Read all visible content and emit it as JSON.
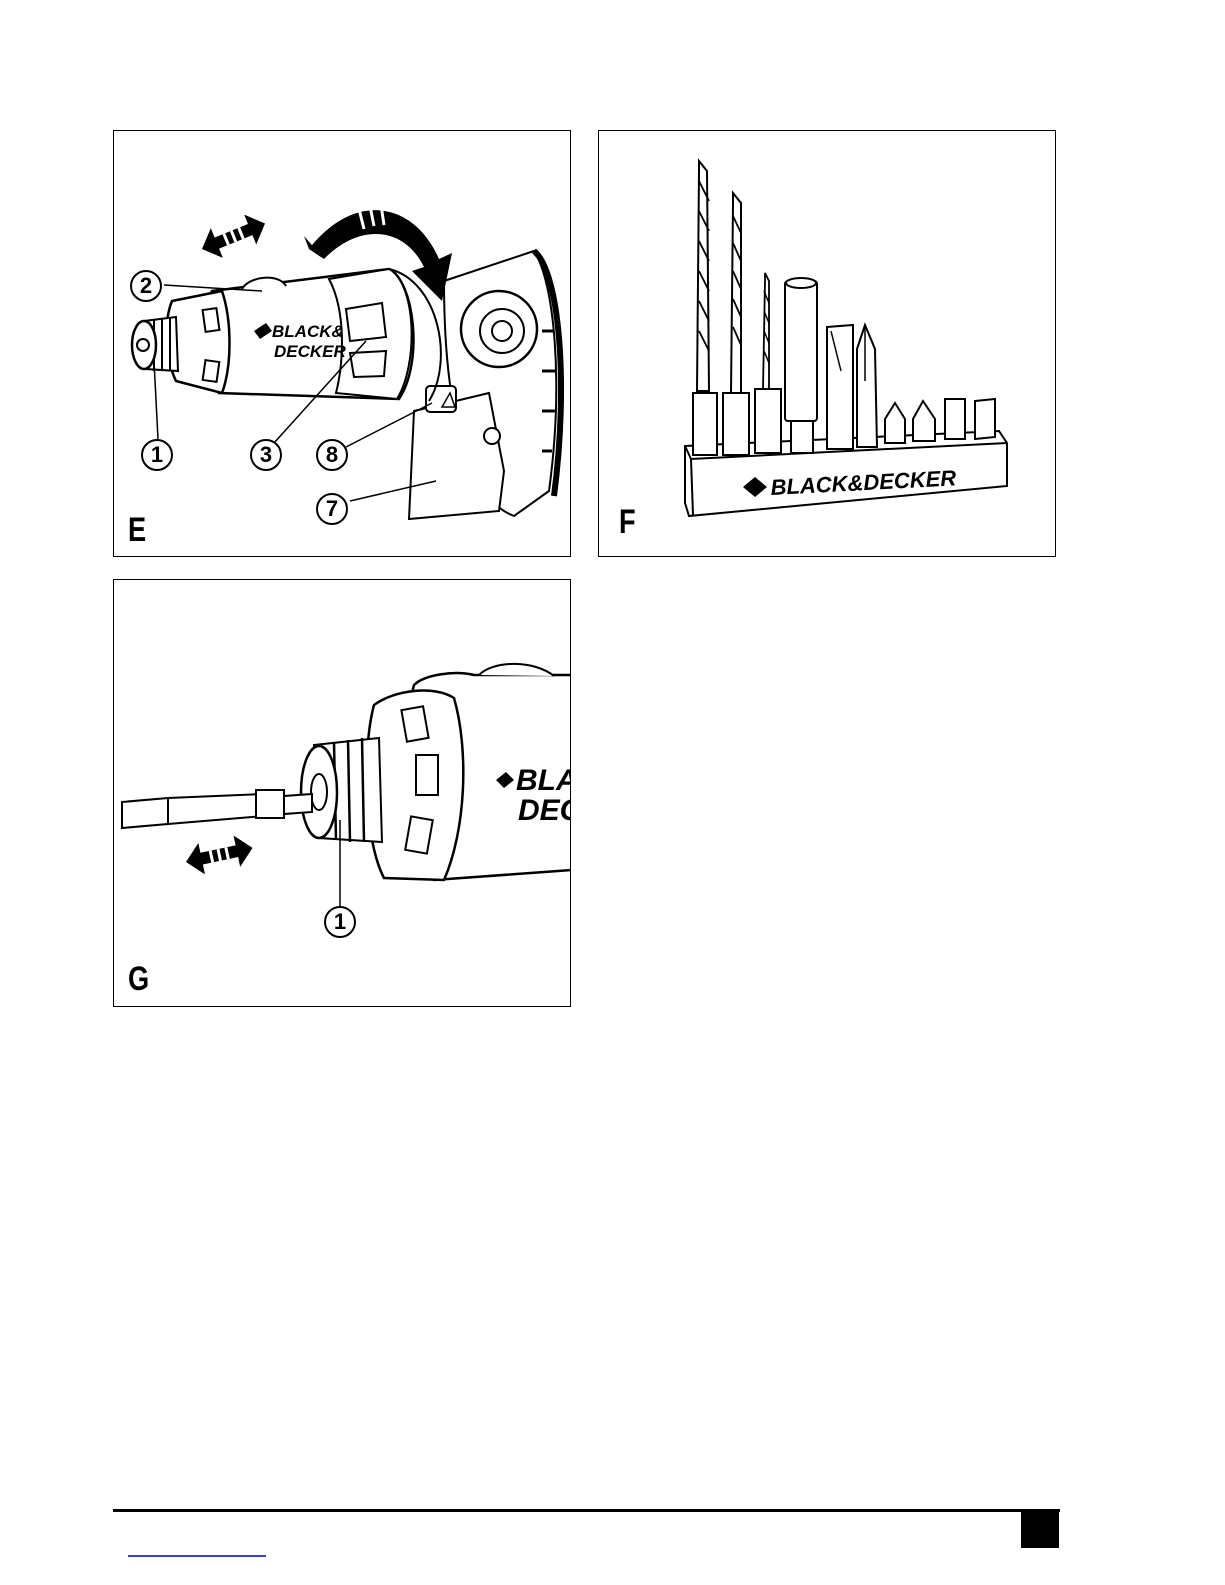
{
  "figures": {
    "E": {
      "letter": "E",
      "callouts": [
        "1",
        "2",
        "3",
        "7",
        "8"
      ]
    },
    "F": {
      "letter": "F"
    },
    "G": {
      "letter": "G",
      "callouts": [
        "1"
      ]
    }
  },
  "logos": {
    "tool_line1": "BLACK&",
    "tool_line2": "DECKER",
    "holder": "BLACK&DECKER",
    "partial_line1": "BLAC",
    "partial_line2": "DEC"
  },
  "colors": {
    "ink": "#000000",
    "link": "#3a43c9"
  },
  "icons": [
    "double-arrow-icon",
    "rotate-arrow-icon",
    "brand-diamond-icon"
  ]
}
